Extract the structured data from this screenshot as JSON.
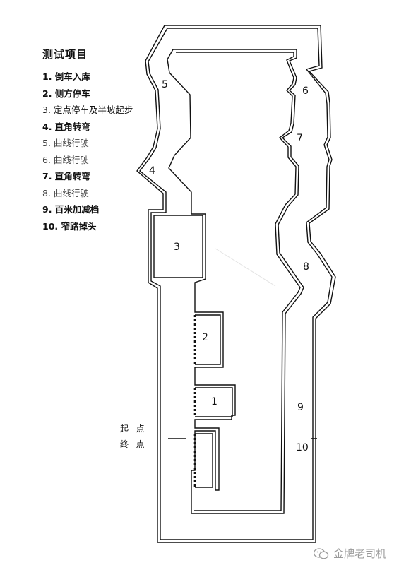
{
  "legend": {
    "title": "测试项目",
    "items": [
      {
        "text": "1. 倒车入库"
      },
      {
        "text": "2. 侧方停车"
      },
      {
        "text": "3. 定点停车及半坡起步"
      },
      {
        "text": "4. 直角转弯"
      },
      {
        "text": "5. 曲线行驶"
      },
      {
        "text": "6. 曲线行驶"
      },
      {
        "text": "7. 直角转弯"
      },
      {
        "text": "8.  曲线行驶"
      },
      {
        "text": "9. 百米加减档"
      },
      {
        "text": "10. 窄路掉头"
      }
    ]
  },
  "zones": {
    "z1": "1",
    "z2": "2",
    "z3": "3",
    "z4": "4",
    "z5": "5",
    "z6": "6",
    "z7": "7",
    "z8": "8",
    "z9": "9",
    "z10": "10"
  },
  "markers": {
    "start": "起  点",
    "finish": "终  点"
  },
  "watermark": {
    "text": "金牌老司机",
    "icon": "wechat-icon"
  }
}
